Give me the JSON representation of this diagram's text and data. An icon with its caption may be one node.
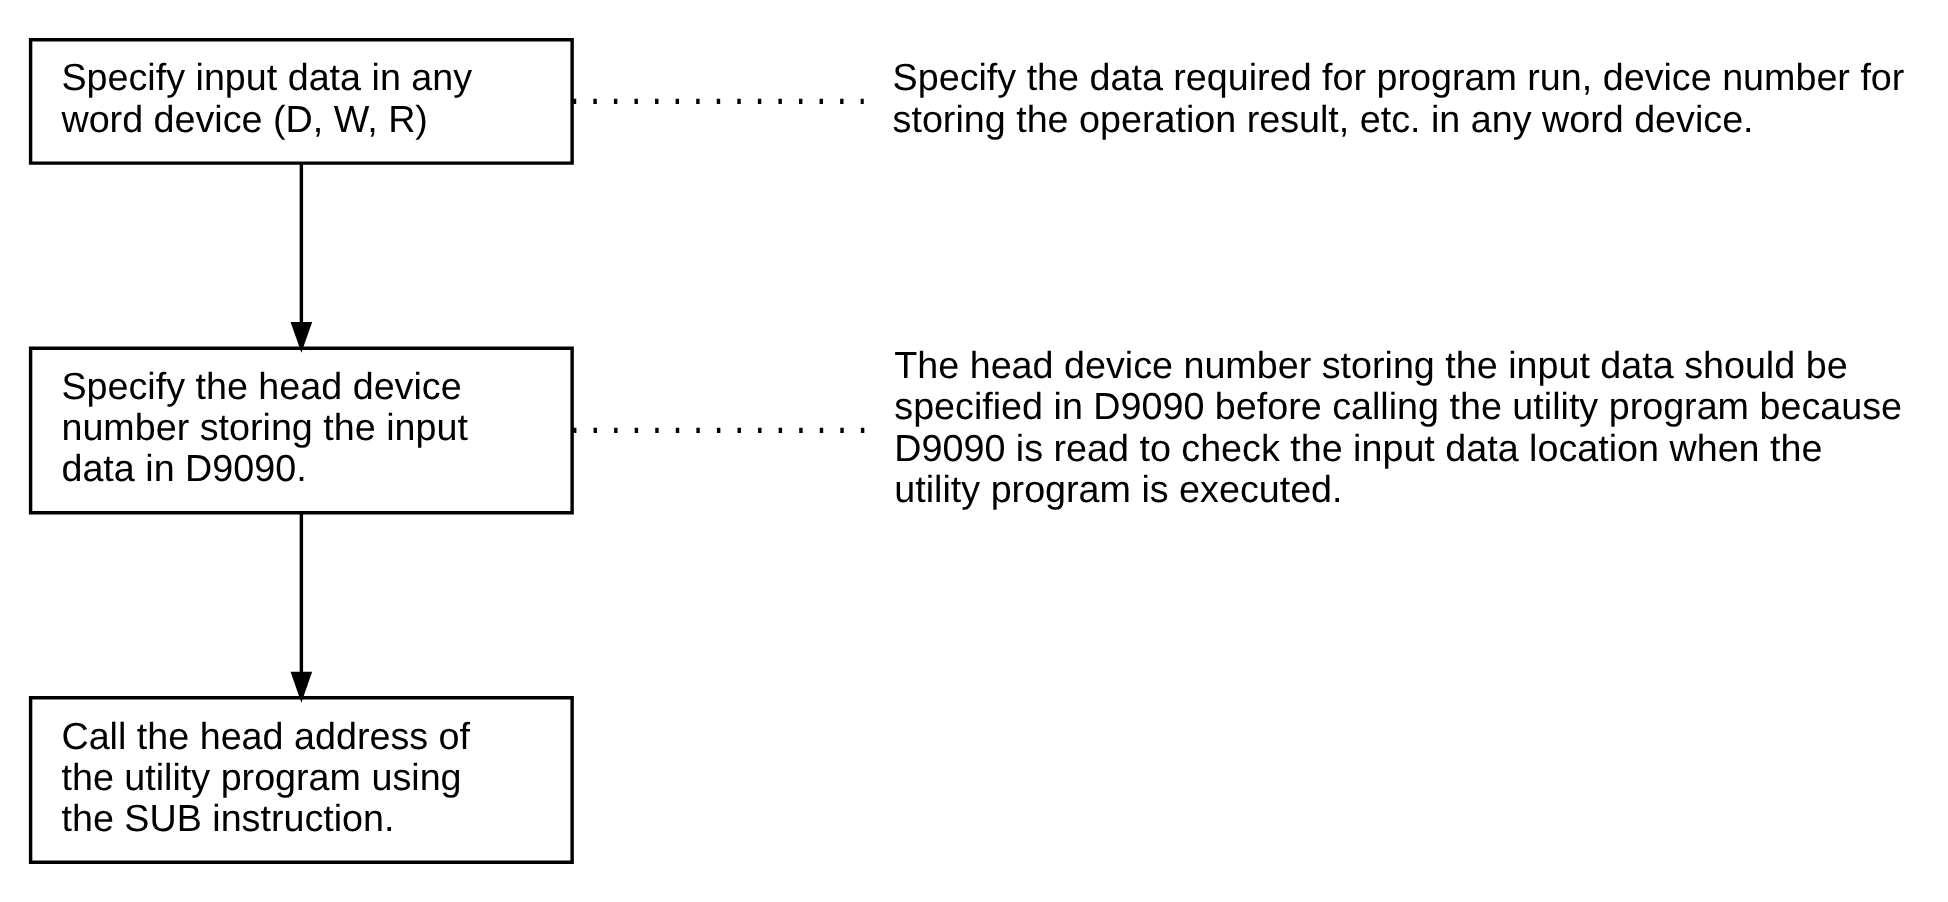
{
  "diagram": {
    "nodes": [
      {
        "text": [
          "Specify input data in any word device (D, W, R)"
        ]
      },
      {
        "text": [
          "Specify the data required for program run, device number for storing the operation result, etc. in any word device."
        ]
      },
      {
        "text": [
          "Specify the head device number storing the input data in D9090."
        ]
      },
      {
        "text": [
          "The head device number storing the input data should be specified in D9090 before calling the utility program because D9090 is read to check the input data location when the utility program is executed."
        ]
      },
      {
        "text": [
          "Call the head address of the utility program using the SUB instruction."
        ]
      }
    ],
    "edges": [
      {
        "from": 0,
        "to": 2,
        "arrow": "to"
      },
      {
        "from": 2,
        "to": 4,
        "arrow": "to"
      },
      {
        "from": 0,
        "to": 1,
        "arrow": "none",
        "style": "dashed"
      },
      {
        "from": 2,
        "to": 3,
        "arrow": "none",
        "style": "dashed"
      }
    ]
  }
}
